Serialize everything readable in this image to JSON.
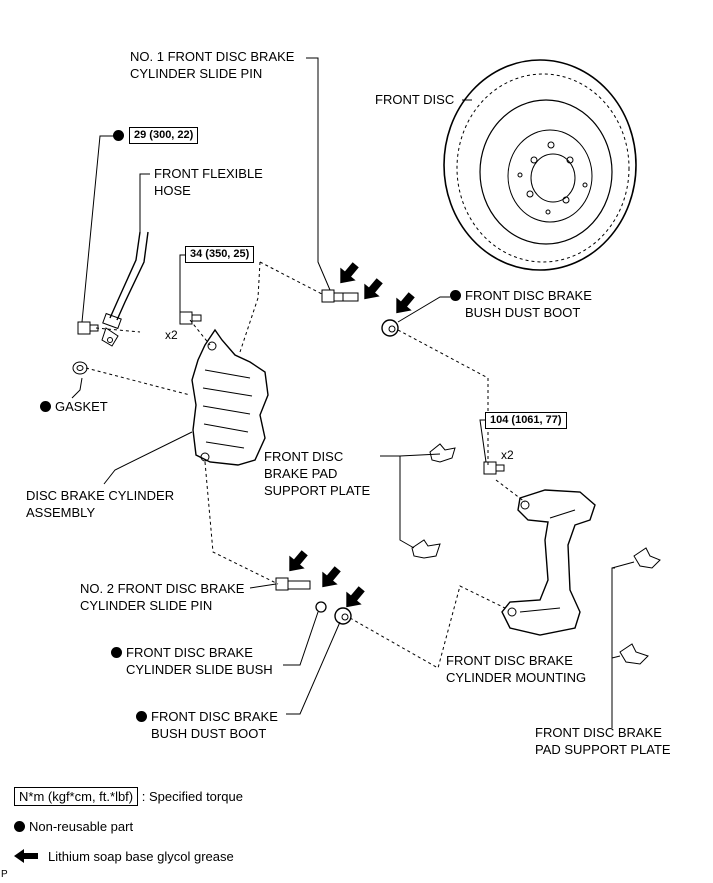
{
  "labels": {
    "slide_pin_1": [
      "NO. 1 FRONT DISC BRAKE",
      "CYLINDER SLIDE PIN"
    ],
    "front_disc": "FRONT DISC",
    "flexible_hose": [
      "FRONT FLEXIBLE",
      "HOSE"
    ],
    "bush_dust_boot_top": [
      "FRONT DISC BRAKE",
      "BUSH DUST BOOT"
    ],
    "gasket": "GASKET",
    "pad_support_plate_left": [
      "FRONT DISC",
      "BRAKE PAD",
      "SUPPORT PLATE"
    ],
    "cylinder_assembly": [
      "DISC BRAKE CYLINDER",
      "ASSEMBLY"
    ],
    "slide_pin_2": [
      "NO. 2 FRONT DISC BRAKE",
      "CYLINDER SLIDE PIN"
    ],
    "slide_bush": [
      "FRONT DISC BRAKE",
      "CYLINDER SLIDE BUSH"
    ],
    "cylinder_mounting": [
      "FRONT DISC BRAKE",
      "CYLINDER MOUNTING"
    ],
    "bush_dust_boot_bottom": [
      "FRONT DISC BRAKE",
      "BUSH DUST BOOT"
    ],
    "pad_support_plate_right": [
      "FRONT DISC BRAKE",
      "PAD SUPPORT PLATE"
    ]
  },
  "torques": {
    "t29": "29 (300, 22)",
    "t34": "34 (350, 25)",
    "t104": "104 (1061, 77)"
  },
  "quantities": {
    "q_bolt_34": "x2",
    "q_bolt_104": "x2"
  },
  "legend": {
    "torque_box": "N*m (kgf*cm, ft.*lbf)",
    "torque_text": ": Specified torque",
    "nonreusable": "Non-reusable part",
    "grease": "Lithium soap base glycol grease"
  },
  "corner_mark": "P",
  "colors": {
    "ink": "#000000",
    "paper": "#ffffff"
  }
}
